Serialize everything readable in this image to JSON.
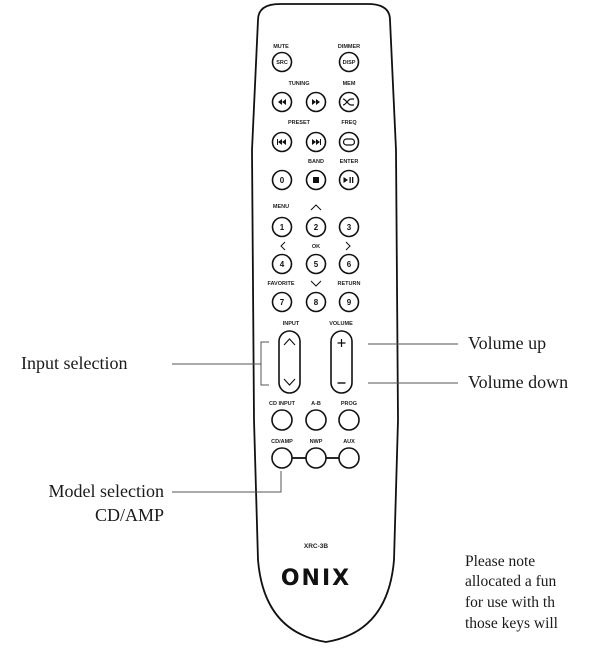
{
  "remote": {
    "labels": {
      "mute": "MUTE",
      "dimmer": "DIMMER",
      "tuning": "TUNING",
      "mem": "MEM",
      "preset": "PRESET",
      "freq": "FREQ",
      "band": "BAND",
      "enter": "ENTER",
      "menu": "MENU",
      "ok": "OK",
      "favorite": "FAVORITE",
      "return": "RETURN",
      "input": "INPUT",
      "volume": "VOLUME",
      "cd_input": "CD INPUT",
      "a_b": "A-B",
      "prog": "PROG",
      "cd_amp": "CD/AMP",
      "nwp": "NWP",
      "aux": "AUX"
    },
    "buttons": {
      "src": "SRC",
      "disp": "DISP",
      "zero": "0",
      "one": "1",
      "two": "2",
      "three": "3",
      "four": "4",
      "five": "5",
      "six": "6",
      "seven": "7",
      "eight": "8",
      "nine": "9"
    },
    "model": "XRC-3B",
    "brand": "ONIX"
  },
  "callouts": {
    "input_selection": "Input selection",
    "volume_up": "Volume up",
    "volume_down": "Volume down",
    "model_selection_line1": "Model selection",
    "model_selection_line2": "CD/AMP"
  },
  "note": {
    "line1": "Please  note",
    "line2": "allocated a fun",
    "line3": "for use with th",
    "line4": "those keys will"
  }
}
